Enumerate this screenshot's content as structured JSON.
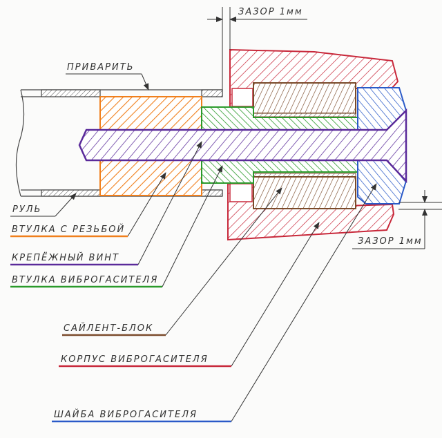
{
  "dimensions": {
    "top_gap": "ЗАЗОР 1мм",
    "right_gap": "ЗАЗОР 1мм"
  },
  "labels": {
    "weld": "ПРИВАРИТЬ",
    "handlebar": "РУЛЬ",
    "threaded_bushing": "ВТУЛКА С РЕЗЬБОЙ",
    "fixing_bolt": "КРЕПЁЖНЫЙ ВИНТ",
    "damper_bushing": "ВТУЛКА ВИБРОГАСИТЕЛЯ",
    "silent_block": "САЙЛЕНТ-БЛОК",
    "damper_housing": "КОРПУС ВИБРОГАСИТЕЛЯ",
    "damper_washer": "ШАЙБА ВИБРОГАСИТЕЛЯ"
  },
  "colors": {
    "threaded_bushing": "#f07f1c",
    "fixing_bolt": "#5a2a9a",
    "damper_bushing": "#2a9a2a",
    "silent_block": "#7a4a2a",
    "damper_housing": "#c8283a",
    "damper_washer": "#2a5ac8"
  }
}
